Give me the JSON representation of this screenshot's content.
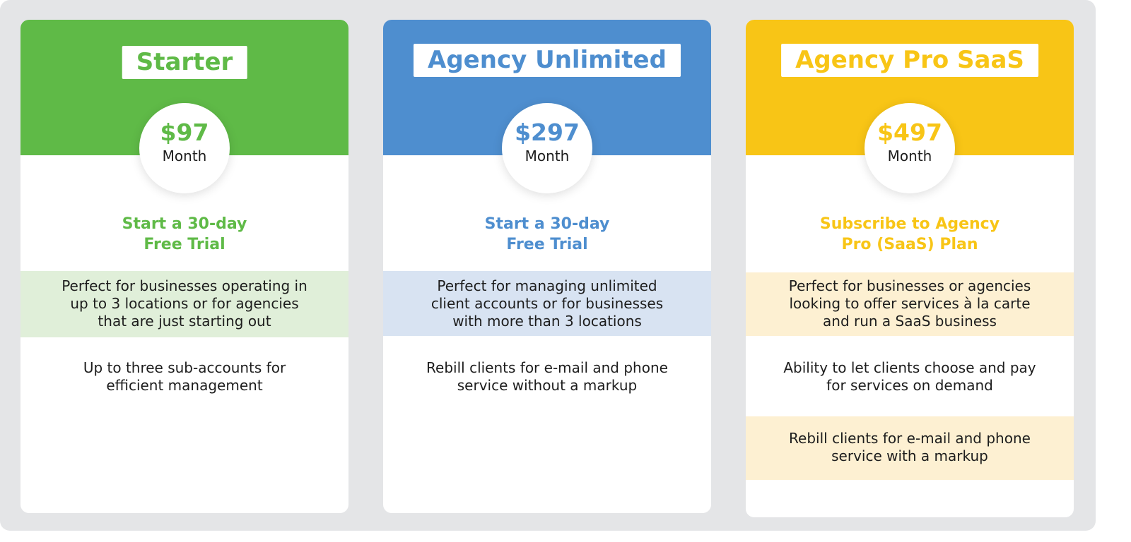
{
  "colors": {
    "panel_bg": "#e4e5e7",
    "starter_accent": "#5fba47",
    "starter_tint": "#e0efd9",
    "agency_accent": "#4e8ecf",
    "agency_tint": "#d8e3f2",
    "pro_accent": "#f8c516",
    "pro_tint": "#fdf0d2"
  },
  "plans": [
    {
      "title": "Starter",
      "price": "$97",
      "period": "Month",
      "cta_lines": [
        "Start a 30-day",
        "Free Trial"
      ],
      "features": [
        {
          "lines": [
            "Perfect for businesses operating in",
            "up to 3 locations or for agencies",
            "that are just starting out"
          ],
          "highlighted": true
        },
        {
          "lines": [
            "Up to three sub-accounts for",
            "efficient management"
          ],
          "highlighted": false
        }
      ]
    },
    {
      "title": "Agency Unlimited",
      "price": "$297",
      "period": "Month",
      "cta_lines": [
        "Start a 30-day",
        "Free Trial"
      ],
      "features": [
        {
          "lines": [
            "Perfect for managing unlimited",
            "client accounts or for businesses",
            "with more than 3 locations"
          ],
          "highlighted": true
        },
        {
          "lines": [
            "Rebill clients for e-mail and phone",
            "service without a markup"
          ],
          "highlighted": false
        }
      ]
    },
    {
      "title": "Agency Pro SaaS",
      "price": "$497",
      "period": "Month",
      "cta_lines": [
        "Subscribe to Agency",
        "Pro (SaaS) Plan"
      ],
      "features": [
        {
          "lines": [
            "Perfect for businesses or agencies",
            "looking to offer services à la carte",
            "and run a SaaS business"
          ],
          "highlighted": true
        },
        {
          "lines": [
            "Ability to let clients choose and pay",
            "for services on demand"
          ],
          "highlighted": false
        },
        {
          "lines": [
            "Rebill clients for e-mail and phone",
            "service with a markup"
          ],
          "highlighted": true
        }
      ]
    }
  ]
}
